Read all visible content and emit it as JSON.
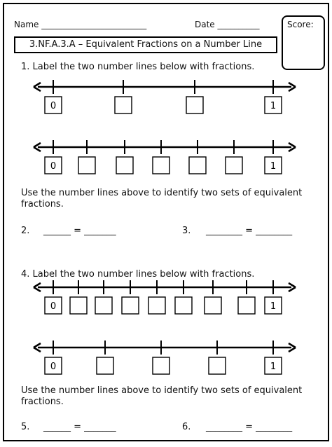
{
  "header": {
    "name_line": "Name _________________________ Date __________",
    "name_text": "Name _________________________",
    "date_text": "Date __________",
    "score_label": "Score:",
    "title": "3.NF.A.3.A – Equivalent Fractions on a Number Line"
  },
  "section1": {
    "instruction": "1. Label the two number lines below with fractions.",
    "line_a_labels": [
      "0",
      "",
      "",
      "1"
    ],
    "line_b_labels": [
      "0",
      "",
      "",
      "",
      "",
      "",
      "1"
    ],
    "identify_text": "Use the number lines above to identify two sets of equivalent fractions.",
    "q2_number": "2.",
    "q2_blank": "______ = _______",
    "q3_number": "3.",
    "q3_blank": "________ = ________"
  },
  "section2": {
    "instruction": "4. Label the two number lines below with fractions.",
    "line_c_labels": [
      "0",
      "",
      "",
      "",
      "",
      "",
      "",
      "",
      "1"
    ],
    "line_d_labels": [
      "0",
      "",
      "",
      "",
      "1"
    ],
    "identify_text": "Use the number lines above to identify two sets of equivalent fractions.",
    "q5_number": "5.",
    "q5_blank": "______ = _______",
    "q6_number": "6.",
    "q6_blank": "________ = ________"
  }
}
